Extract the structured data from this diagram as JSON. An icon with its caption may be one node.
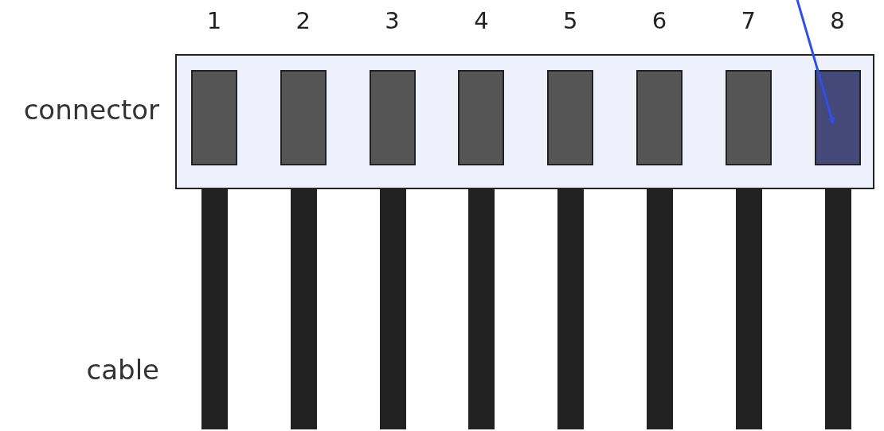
{
  "diagram": {
    "nodes": [
      {
        "text": [],
        "shape": "box",
        "beside": [
          "connector"
        ]
      },
      {
        "text": [],
        "shape": "box",
        "in": 0
      },
      {
        "text": [],
        "shape": "box",
        "in": 0
      },
      {
        "text": [],
        "shape": "box",
        "in": 0
      },
      {
        "text": [],
        "shape": "box",
        "in": 0
      },
      {
        "text": [],
        "shape": "box",
        "in": 0
      },
      {
        "text": [],
        "shape": "box",
        "in": 0
      },
      {
        "text": [],
        "shape": "box",
        "in": 0
      },
      {
        "text": [],
        "shape": "box",
        "in": 0
      },
      {
        "text": [],
        "shape": "bar"
      },
      {
        "text": [],
        "shape": "bar"
      },
      {
        "text": [],
        "shape": "bar"
      },
      {
        "text": [],
        "shape": "bar"
      },
      {
        "text": [],
        "shape": "bar"
      },
      {
        "text": [],
        "shape": "bar"
      },
      {
        "text": [],
        "shape": "bar"
      },
      {
        "text": [],
        "shape": "bar"
      }
    ],
    "edges": [
      {
        "from": null,
        "to": 8,
        "arrow": "to",
        "color": "#2f4fe6"
      }
    ],
    "labels": [
      "1",
      "2",
      "3",
      "4",
      "5",
      "6",
      "7",
      "8",
      "cable"
    ]
  }
}
